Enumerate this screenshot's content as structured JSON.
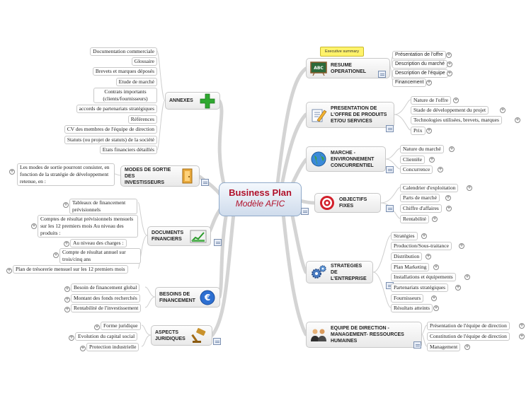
{
  "central": {
    "title": "Business Plan",
    "subtitle": "Modèle AFIC"
  },
  "callout": "Executive summary",
  "topics": {
    "annexes": "ANNEXES",
    "modes_sortie": "MODES DE SORTIE DES INVESTISSEURS",
    "documents_financiers": "DOCUMENTS FINANCIERS",
    "besoins_financement": "BESOINS DE FINANCEMENT",
    "aspects_juridiques": "ASPECTS JURIDIQUES",
    "resume": "RESUME OPERATIONEL",
    "presentation_offre": "PRESENTATION DE L'OFFRE DE PRODUITS ET/OU SERVICES",
    "marche": "MARCHE - ENVIRONNEMENT CONCURRENTIEL",
    "objectifs": "OBJECTIFS FIXES",
    "strategies": "STRATEGIES DE L'ENTREPRISE",
    "equipe": "EQUIPE DE DIRECTION - MANAGEMENT- RESSOURCES HUMAINES"
  },
  "subtopics": {
    "annexes": [
      "Documentation commerciale",
      "Glossaire",
      "Brevets et marques déposés",
      "Etude de marché",
      "Contrats importants (clients/fournisseurs)",
      "accords de partenariats stratégiques",
      "Références",
      "CV des membres de l'équipe de direction",
      "Statuts (ou projet de statuts) de la société",
      "Etats financiers détaillés"
    ],
    "modes_sortie": [
      "Les modes de sortie pourront consister, en fonction de la stratégie de développement retenue, en :"
    ],
    "documents_financiers": [
      "Tableaux de financement prévisionnels",
      "Comptes de résultat prévisionnels mensuels sur les 12 premiers mois Au niveau des produits :",
      "Au niveau des charges :",
      "Compte de résultat annuel sur trois/cinq ans",
      "Plan de trésorerie mensuel sur les 12 premiers mois"
    ],
    "besoins_financement": [
      "Besoin de financement global",
      "Montant des fonds recherchés",
      "Rentabilité de l'investissement"
    ],
    "aspects_juridiques": [
      "Forme juridique",
      "Evolution du capital social",
      "Protection industrielle"
    ],
    "resume": [
      "Présentation de l'offre",
      "Description du marché",
      "Description de l'équipe",
      "Financement"
    ],
    "presentation_offre": [
      "Nature de l'offre",
      "Stade de développement du projet",
      "Technologies utilisées, brevets, marques",
      "Prix"
    ],
    "marche": [
      "Nature du marché",
      "Clientèle",
      "Concurrence"
    ],
    "objectifs": [
      "Calendrier d'exploitation",
      "Parts de marché",
      "Chiffre d'affaires",
      "Rentabilité"
    ],
    "strategies": [
      "Stratégies",
      "Production/Sous-traitance",
      "Distribution",
      "Plan Marketing",
      "Installations et équipements",
      "Partenariats stratégiques",
      "Fournisseurs",
      "Résultats atteints"
    ],
    "equipe": [
      "Présentation de l'équipe de direction",
      "Constitution de l'équipe de direction",
      "Management"
    ]
  },
  "icons": {
    "annexes": "green-plus-icon",
    "modes_sortie": "door-icon",
    "documents_financiers": "chart-icon",
    "besoins_financement": "euro-icon",
    "aspects_juridiques": "gavel-icon",
    "resume": "chalkboard-icon",
    "presentation_offre": "pencil-document-icon",
    "marche": "globe-icon",
    "objectifs": "target-icon",
    "strategies": "gears-icon",
    "equipe": "people-icon"
  },
  "colors": {
    "branch": "#d0d0d0",
    "central_text": "#b0102a",
    "plus_green": "#2fa830",
    "callout": "#fff36b"
  }
}
